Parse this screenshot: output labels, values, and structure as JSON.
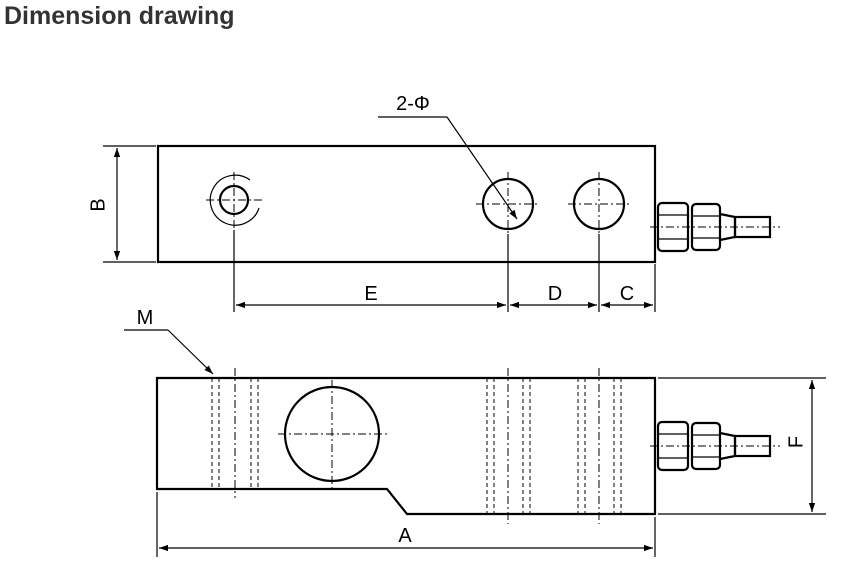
{
  "page": {
    "title": "Dimension drawing"
  },
  "labels": {
    "hole_note": "2-Φ",
    "B": "B",
    "E": "E",
    "D": "D",
    "C": "C",
    "M": "M",
    "F": "F",
    "A": "A"
  },
  "colors": {
    "title": "#333333",
    "line": "#000000",
    "background": "#ffffff"
  }
}
